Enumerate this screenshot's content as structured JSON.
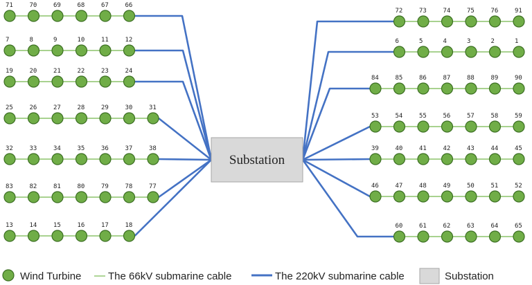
{
  "colors": {
    "turbine_fill": "#70AD47",
    "turbine_stroke": "#3B6E22",
    "cable_66kv": "#8CC46A",
    "cable_220kv": "#4472C4",
    "substation_fill": "#D9D9D9",
    "substation_stroke": "#A6A6A6"
  },
  "substation": {
    "label": "Substation"
  },
  "strings": [
    {
      "side": "left",
      "turbines": [
        "71",
        "70",
        "69",
        "68",
        "67",
        "66"
      ]
    },
    {
      "side": "left",
      "turbines": [
        "7",
        "8",
        "9",
        "10",
        "11",
        "12"
      ]
    },
    {
      "side": "left",
      "turbines": [
        "19",
        "20",
        "21",
        "22",
        "23",
        "24"
      ]
    },
    {
      "side": "left",
      "turbines": [
        "25",
        "26",
        "27",
        "28",
        "29",
        "30",
        "31"
      ]
    },
    {
      "side": "left",
      "turbines": [
        "32",
        "33",
        "34",
        "35",
        "36",
        "37",
        "38"
      ]
    },
    {
      "side": "left",
      "turbines": [
        "83",
        "82",
        "81",
        "80",
        "79",
        "78",
        "77"
      ]
    },
    {
      "side": "left",
      "turbines": [
        "13",
        "14",
        "15",
        "16",
        "17",
        "18"
      ]
    },
    {
      "side": "right",
      "turbines": [
        "72",
        "73",
        "74",
        "75",
        "76",
        "91"
      ]
    },
    {
      "side": "right",
      "turbines": [
        "6",
        "5",
        "4",
        "3",
        "2",
        "1"
      ]
    },
    {
      "side": "right",
      "turbines": [
        "84",
        "85",
        "86",
        "87",
        "88",
        "89",
        "90"
      ]
    },
    {
      "side": "right",
      "turbines": [
        "53",
        "54",
        "55",
        "56",
        "57",
        "58",
        "59"
      ]
    },
    {
      "side": "right",
      "turbines": [
        "39",
        "40",
        "41",
        "42",
        "43",
        "44",
        "45"
      ]
    },
    {
      "side": "right",
      "turbines": [
        "46",
        "47",
        "48",
        "49",
        "50",
        "51",
        "52"
      ]
    },
    {
      "side": "right",
      "turbines": [
        "60",
        "61",
        "62",
        "63",
        "64",
        "65"
      ]
    }
  ],
  "legend": {
    "turbine": "Wind  Turbine",
    "cable_66": "The 66kV submarine cable",
    "cable_220": "The 220kV submarine cable",
    "substation": "Substation"
  }
}
